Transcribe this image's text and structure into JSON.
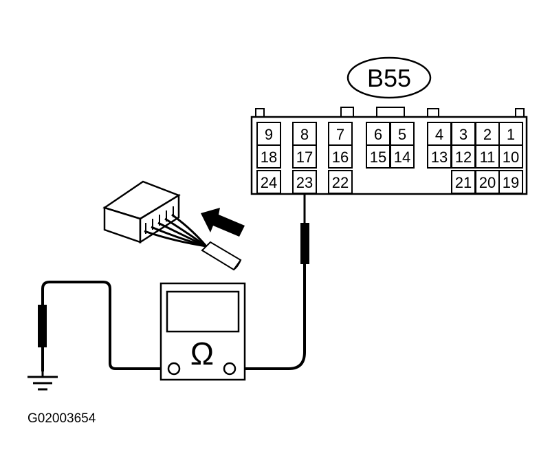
{
  "connector": {
    "label": "B55",
    "pins": [
      {
        "num": "9"
      },
      {
        "num": "8"
      },
      {
        "num": "7"
      },
      {
        "num": "6"
      },
      {
        "num": "5"
      },
      {
        "num": "4"
      },
      {
        "num": "3"
      },
      {
        "num": "2"
      },
      {
        "num": "1"
      },
      {
        "num": "18"
      },
      {
        "num": "17"
      },
      {
        "num": "16"
      },
      {
        "num": "15"
      },
      {
        "num": "14"
      },
      {
        "num": "13"
      },
      {
        "num": "12"
      },
      {
        "num": "11"
      },
      {
        "num": "10"
      },
      {
        "num": "24"
      },
      {
        "num": "23"
      },
      {
        "num": "22"
      },
      {
        "num": "21"
      },
      {
        "num": "20"
      },
      {
        "num": "19"
      }
    ]
  },
  "meter": {
    "symbol": "Ω"
  },
  "figure_id": "G02003654"
}
